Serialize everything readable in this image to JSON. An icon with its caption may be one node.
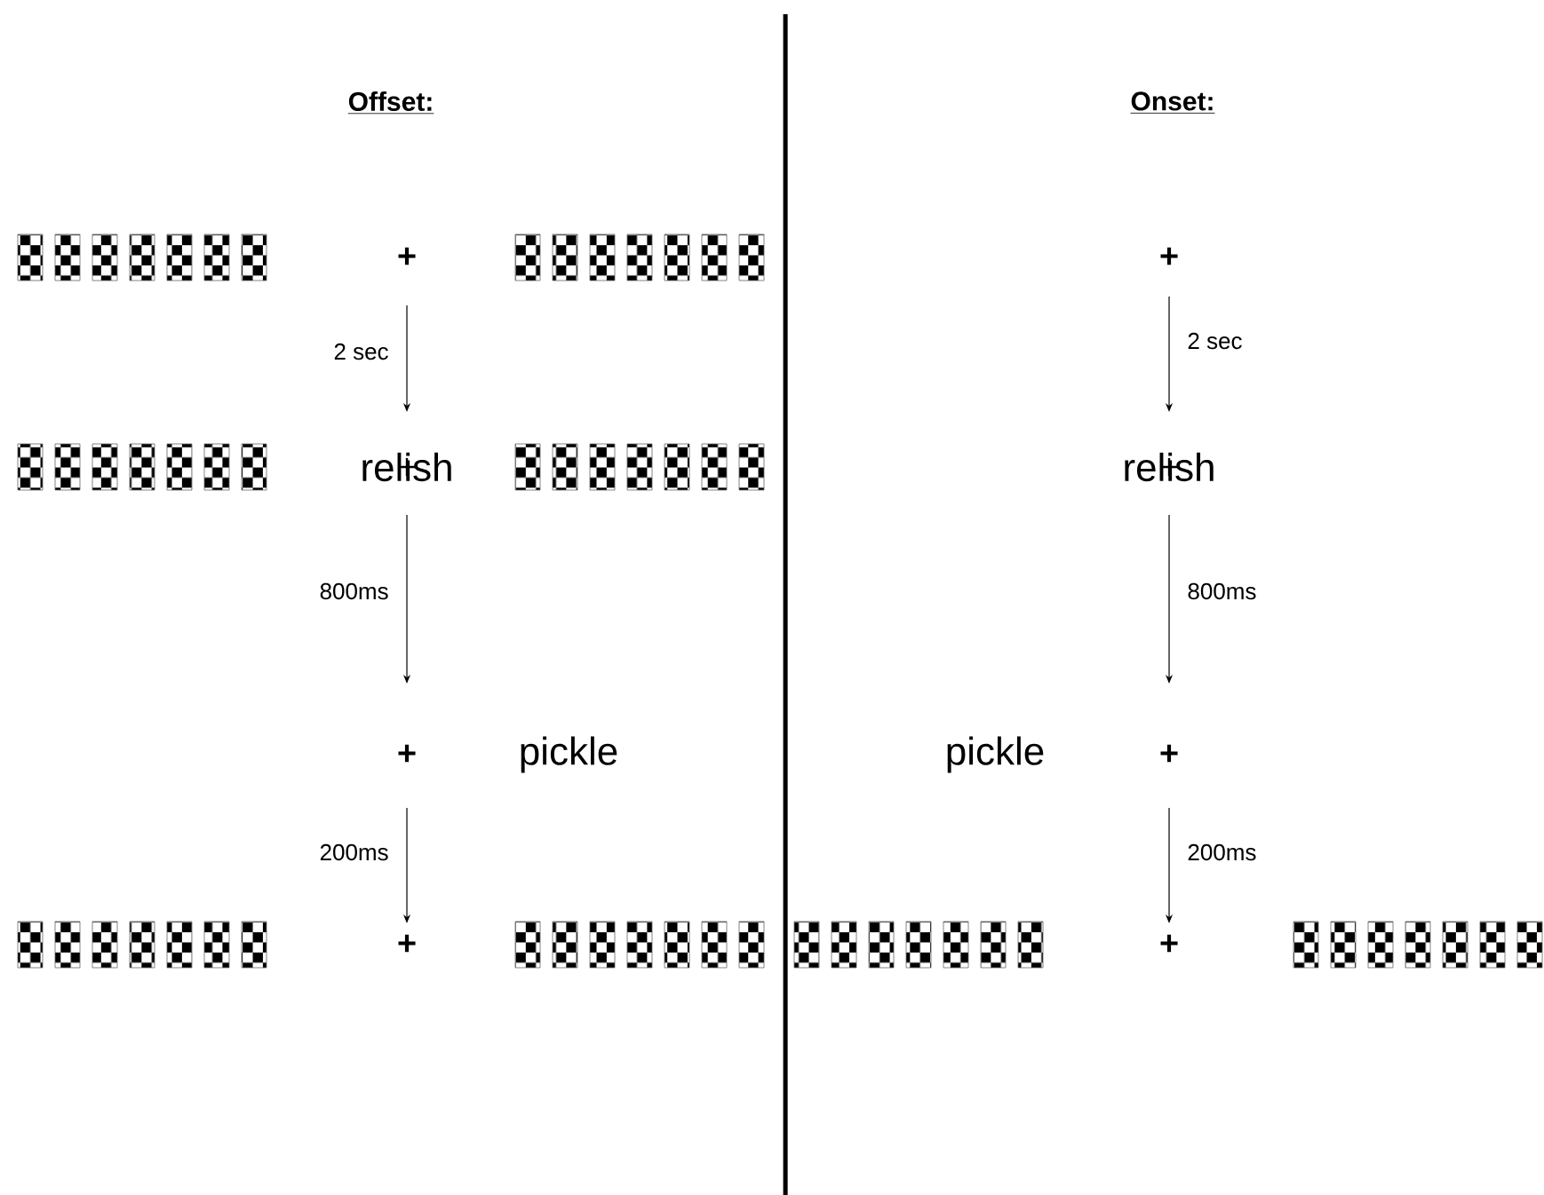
{
  "diagram": {
    "nodes": [
      {
        "text": [
          "+"
        ]
      },
      {
        "text": [
          "relish"
        ]
      },
      {
        "text": [
          "+"
        ]
      },
      {
        "text": [
          "+"
        ]
      },
      {
        "text": [
          "+"
        ]
      },
      {
        "text": [
          "relish"
        ]
      },
      {
        "text": [
          "+"
        ]
      },
      {
        "text": [
          "+"
        ]
      }
    ],
    "edges": [
      {
        "from": 0,
        "to": 1,
        "arrow": "to",
        "label": "2 sec"
      },
      {
        "from": 1,
        "to": 2,
        "arrow": "to",
        "label": "800ms"
      },
      {
        "from": 2,
        "to": 3,
        "arrow": "to",
        "label": "200ms"
      },
      {
        "from": 4,
        "to": 5,
        "arrow": "to",
        "label": "2 sec"
      },
      {
        "from": 5,
        "to": 6,
        "arrow": "to",
        "label": "800ms"
      },
      {
        "from": 6,
        "to": 7,
        "arrow": "to",
        "label": "200ms"
      }
    ],
    "labels": [
      "Offset:",
      "Onset:",
      "pickle",
      "pickle"
    ]
  }
}
